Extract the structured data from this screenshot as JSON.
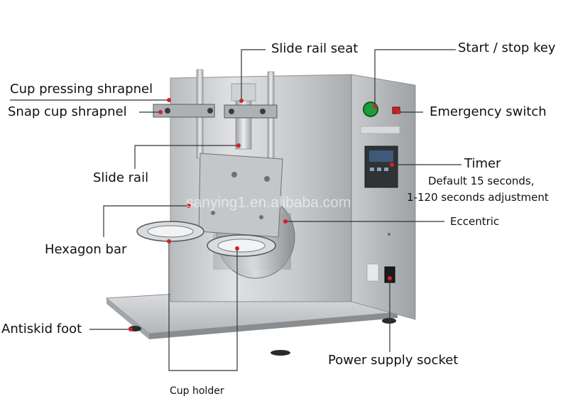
{
  "watermark": "sanying1.en.alibaba.com",
  "accent_color": "#d4202a",
  "labels": {
    "slide_rail_seat": "Slide rail seat",
    "start_stop_key": "Start / stop key",
    "cup_pressing_shrapnel": "Cup pressing shrapnel",
    "snap_cup_shrapnel": "Snap cup shrapnel",
    "emergency_switch": "Emergency switch",
    "slide_rail": "Slide rail",
    "timer": "Timer",
    "timer_note_1": "Default 15 seconds,",
    "timer_note_2": "1-120 seconds adjustment",
    "eccentric": "Eccentric",
    "hexagon_bar": "Hexagon bar",
    "antiskid_foot": "Antiskid foot",
    "power_supply_socket": "Power supply socket",
    "cup_holder": "Cup holder"
  }
}
